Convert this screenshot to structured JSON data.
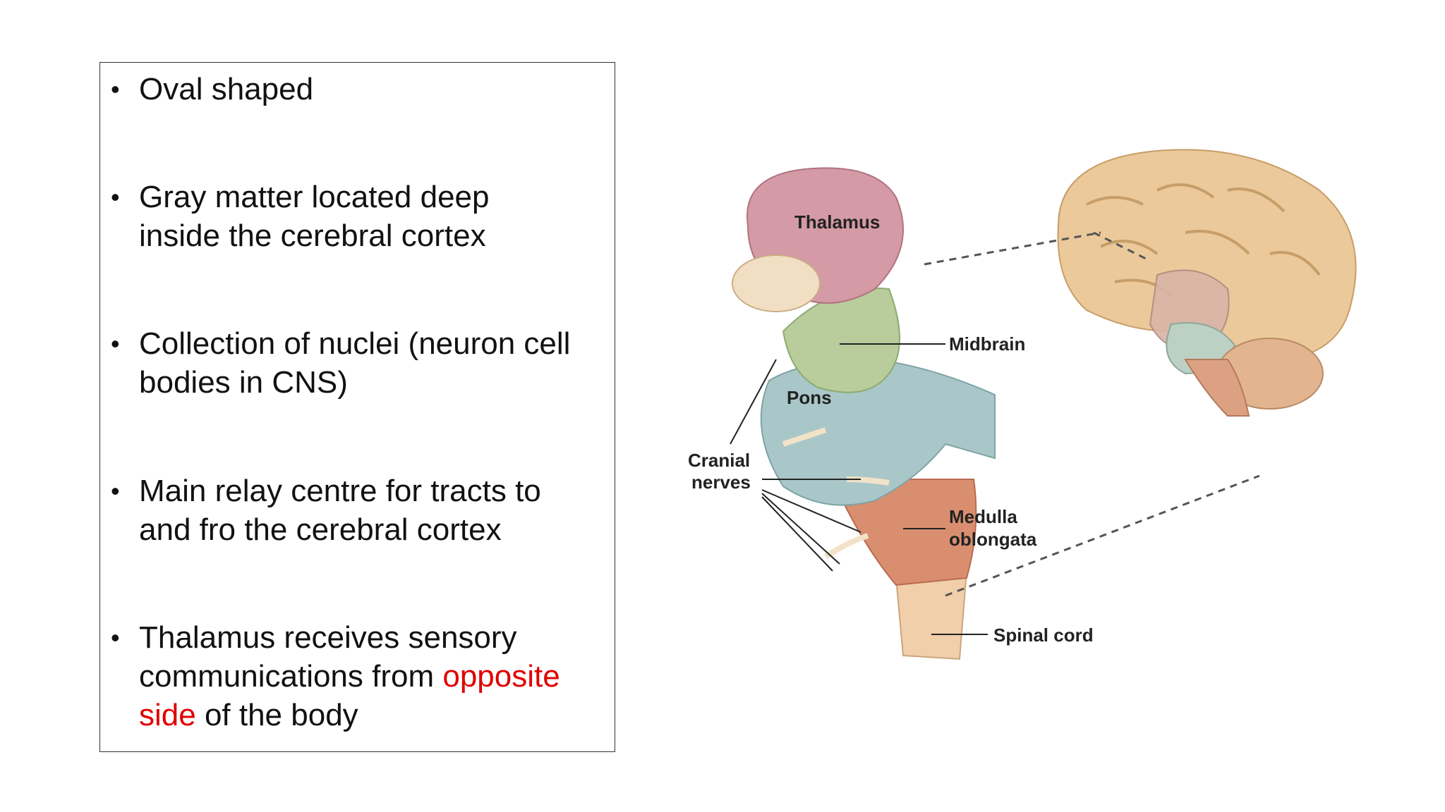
{
  "bullets": [
    {
      "text": "Oval shaped"
    },
    {
      "line1": "Gray matter located deep",
      "line2": "inside the cerebral cortex"
    },
    {
      "line1": "Collection of nuclei (neuron cell",
      "line2": "bodies in CNS)"
    },
    {
      "line1": "Main relay centre for tracts to",
      "line2": "and fro the cerebral cortex"
    },
    {
      "line1": "Thalamus receives sensory",
      "line2_prefix": "communications from ",
      "line2_red": "opposite",
      "line3_red": "side",
      "line3_suffix": " of the body"
    }
  ],
  "accent_color": "#e00000",
  "diagram_labels": {
    "thalamus": "Thalamus",
    "midbrain": "Midbrain",
    "pons": "Pons",
    "cranial_nerves_1": "Cranial",
    "cranial_nerves_2": "nerves",
    "medulla_1": "Medulla",
    "medulla_2": "oblongata",
    "spinal_cord": "Spinal cord"
  }
}
